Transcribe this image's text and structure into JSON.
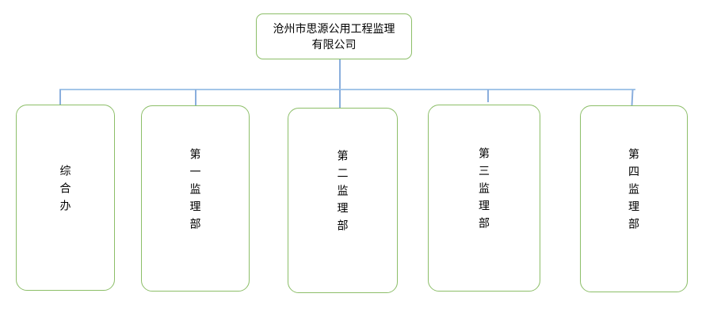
{
  "org_chart": {
    "root": {
      "title": "沧州市思源公用工程监理有限公司",
      "line1": "沧州市思源公用工程监理",
      "line2": "有限公司"
    },
    "departments": [
      {
        "label": "综合办"
      },
      {
        "label": "第一监理部"
      },
      {
        "label": "第二监理部"
      },
      {
        "label": "第三监理部"
      },
      {
        "label": "第四监理部"
      }
    ]
  },
  "colors": {
    "box_border_green": "#8cbe68",
    "connector_blue": "#a3c6e8",
    "connector_blue_dark": "#8aaedd",
    "text": "#000000",
    "background": "#ffffff"
  }
}
